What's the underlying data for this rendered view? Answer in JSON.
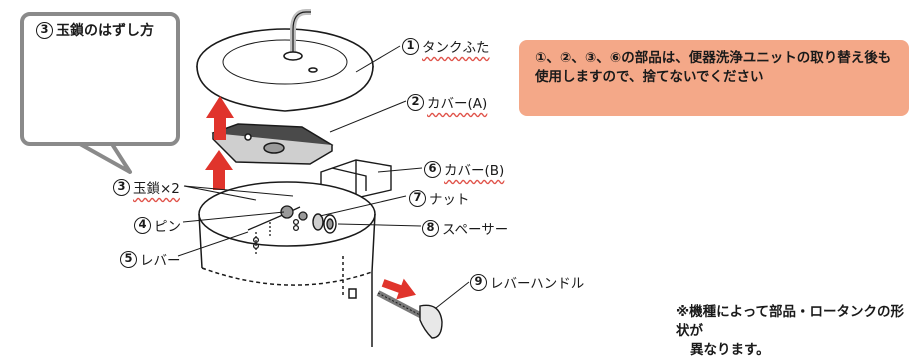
{
  "callout": {
    "number": "3",
    "title": "玉鎖のはずし方"
  },
  "parts": [
    {
      "number": "1",
      "name": "タンクふた"
    },
    {
      "number": "2",
      "name": "カバー(A)"
    },
    {
      "number": "3",
      "name": "玉鎖×2"
    },
    {
      "number": "4",
      "name": "ピン"
    },
    {
      "number": "5",
      "name": "レバー"
    },
    {
      "number": "6",
      "name": "カバー(B)"
    },
    {
      "number": "7",
      "name": "ナット"
    },
    {
      "number": "8",
      "name": "スペーサー"
    },
    {
      "number": "9",
      "name": "レバーハンドル"
    }
  ],
  "note": {
    "text": "①、②、③、⑥の部品は、便器洗浄ユニットの取り替え後も使用しますので、捨てないでください",
    "background_color": "#f4a888"
  },
  "footnote": {
    "line1": "※機種によって部品・ロータンクの形状が",
    "line2": "異なります。"
  },
  "colors": {
    "arrow_red": "#e0342c",
    "wavy_underline": "#e0534a",
    "callout_border": "#8a8a8a",
    "line_art": "#1a1a1a"
  }
}
